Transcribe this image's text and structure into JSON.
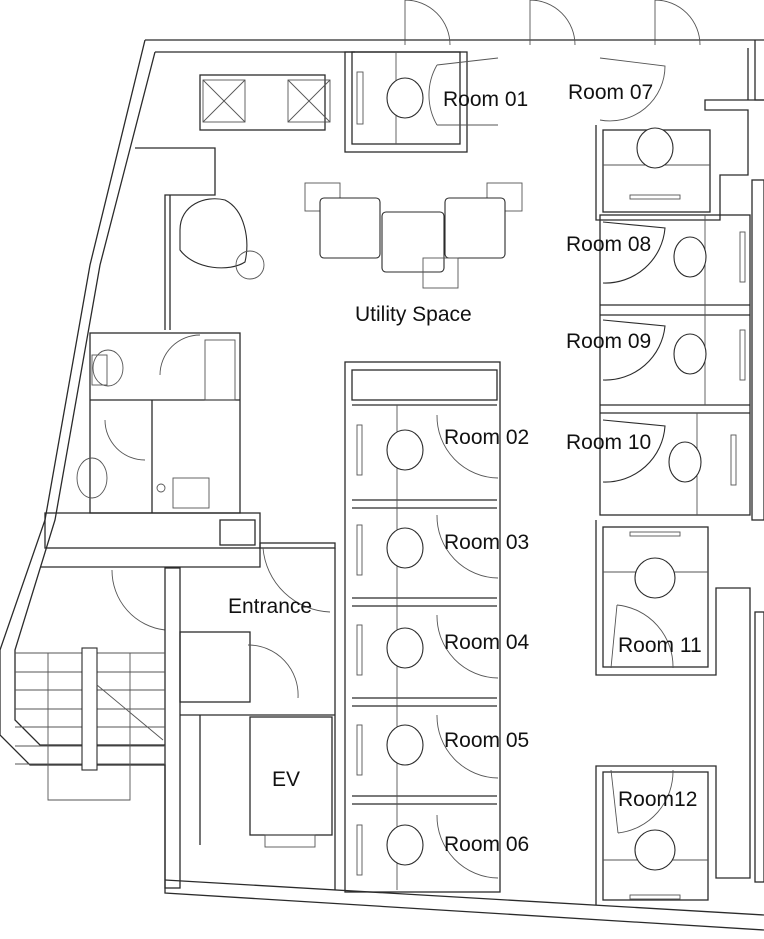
{
  "plan": {
    "type": "office floor plan",
    "rooms": [
      {
        "id": "room-01",
        "label": "Room 01"
      },
      {
        "id": "room-02",
        "label": "Room 02"
      },
      {
        "id": "room-03",
        "label": "Room 03"
      },
      {
        "id": "room-04",
        "label": "Room 04"
      },
      {
        "id": "room-05",
        "label": "Room 05"
      },
      {
        "id": "room-06",
        "label": "Room 06"
      },
      {
        "id": "room-07",
        "label": "Room 07"
      },
      {
        "id": "room-08",
        "label": "Room 08"
      },
      {
        "id": "room-09",
        "label": "Room 09"
      },
      {
        "id": "room-10",
        "label": "Room 10"
      },
      {
        "id": "room-11",
        "label": "Room 11"
      },
      {
        "id": "room-12",
        "label": "Room12"
      }
    ],
    "areas": {
      "utility": "Utility Space",
      "entrance": "Entrance",
      "elevator": "EV"
    },
    "fixtures": [
      "sofa-set",
      "lounge-chair",
      "side-table",
      "toilet",
      "toilet",
      "wash-basin",
      "staircase",
      "elevator",
      "desk-chairs"
    ]
  }
}
